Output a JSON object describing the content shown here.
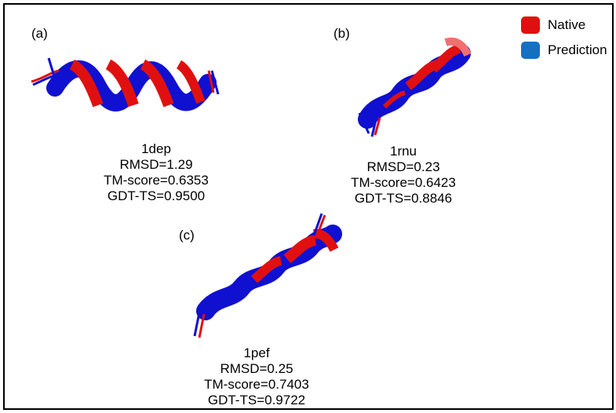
{
  "colors": {
    "native": "#e01010",
    "prediction": "#1010d0"
  },
  "legend": {
    "items": [
      {
        "label": "Native",
        "color": "#e01010"
      },
      {
        "label": "Prediction",
        "color": "#1570c0"
      }
    ]
  },
  "panels": [
    {
      "tag": "(a)",
      "pdb": "1dep",
      "rmsd": "RMSD=1.29",
      "tm": "TM-score=0.6353",
      "gdt": "GDT-TS=0.9500"
    },
    {
      "tag": "(b)",
      "pdb": "1rnu",
      "rmsd": "RMSD=0.23",
      "tm": "TM-score=0.6423",
      "gdt": "GDT-TS=0.8846"
    },
    {
      "tag": "(c)",
      "pdb": "1pef",
      "rmsd": "RMSD=0.25",
      "tm": "TM-score=0.7403",
      "gdt": "GDT-TS=0.9722"
    }
  ]
}
